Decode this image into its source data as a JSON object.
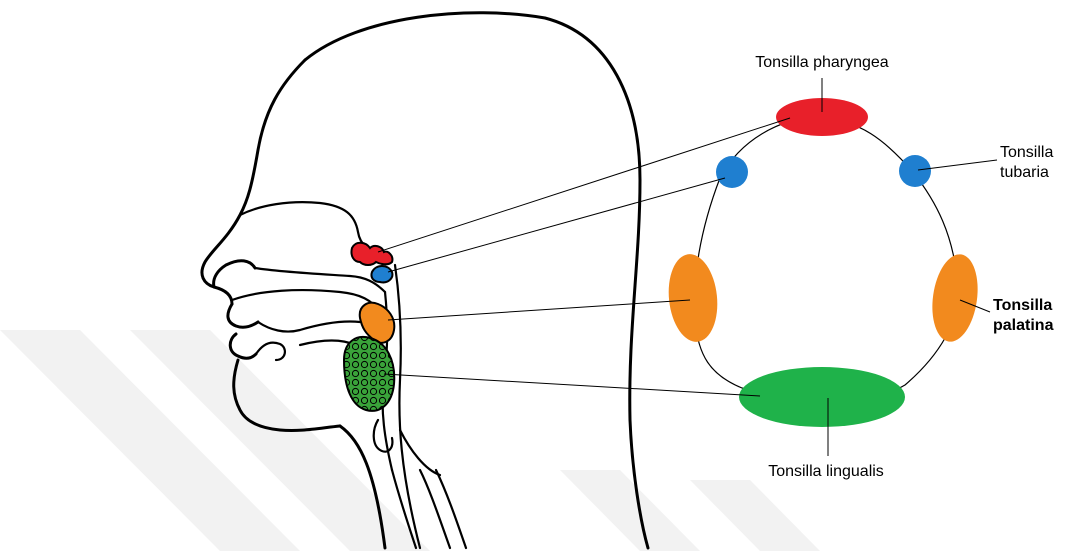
{
  "labels": {
    "pharyngea": "Tonsilla pharyngea",
    "tubaria_line1": "Tonsilla",
    "tubaria_line2": "tubaria",
    "palatina_line1": "Tonsilla",
    "palatina_line2": "palatina",
    "lingualis": "Tonsilla lingualis"
  },
  "colors": {
    "pharyngea": "#e8202a",
    "tubaria": "#1f7fd0",
    "palatina": "#f28a1e",
    "lingualis": "#1fb24a",
    "lingualis_small": "#3aa33a",
    "watermark": "#f2f2f2"
  }
}
